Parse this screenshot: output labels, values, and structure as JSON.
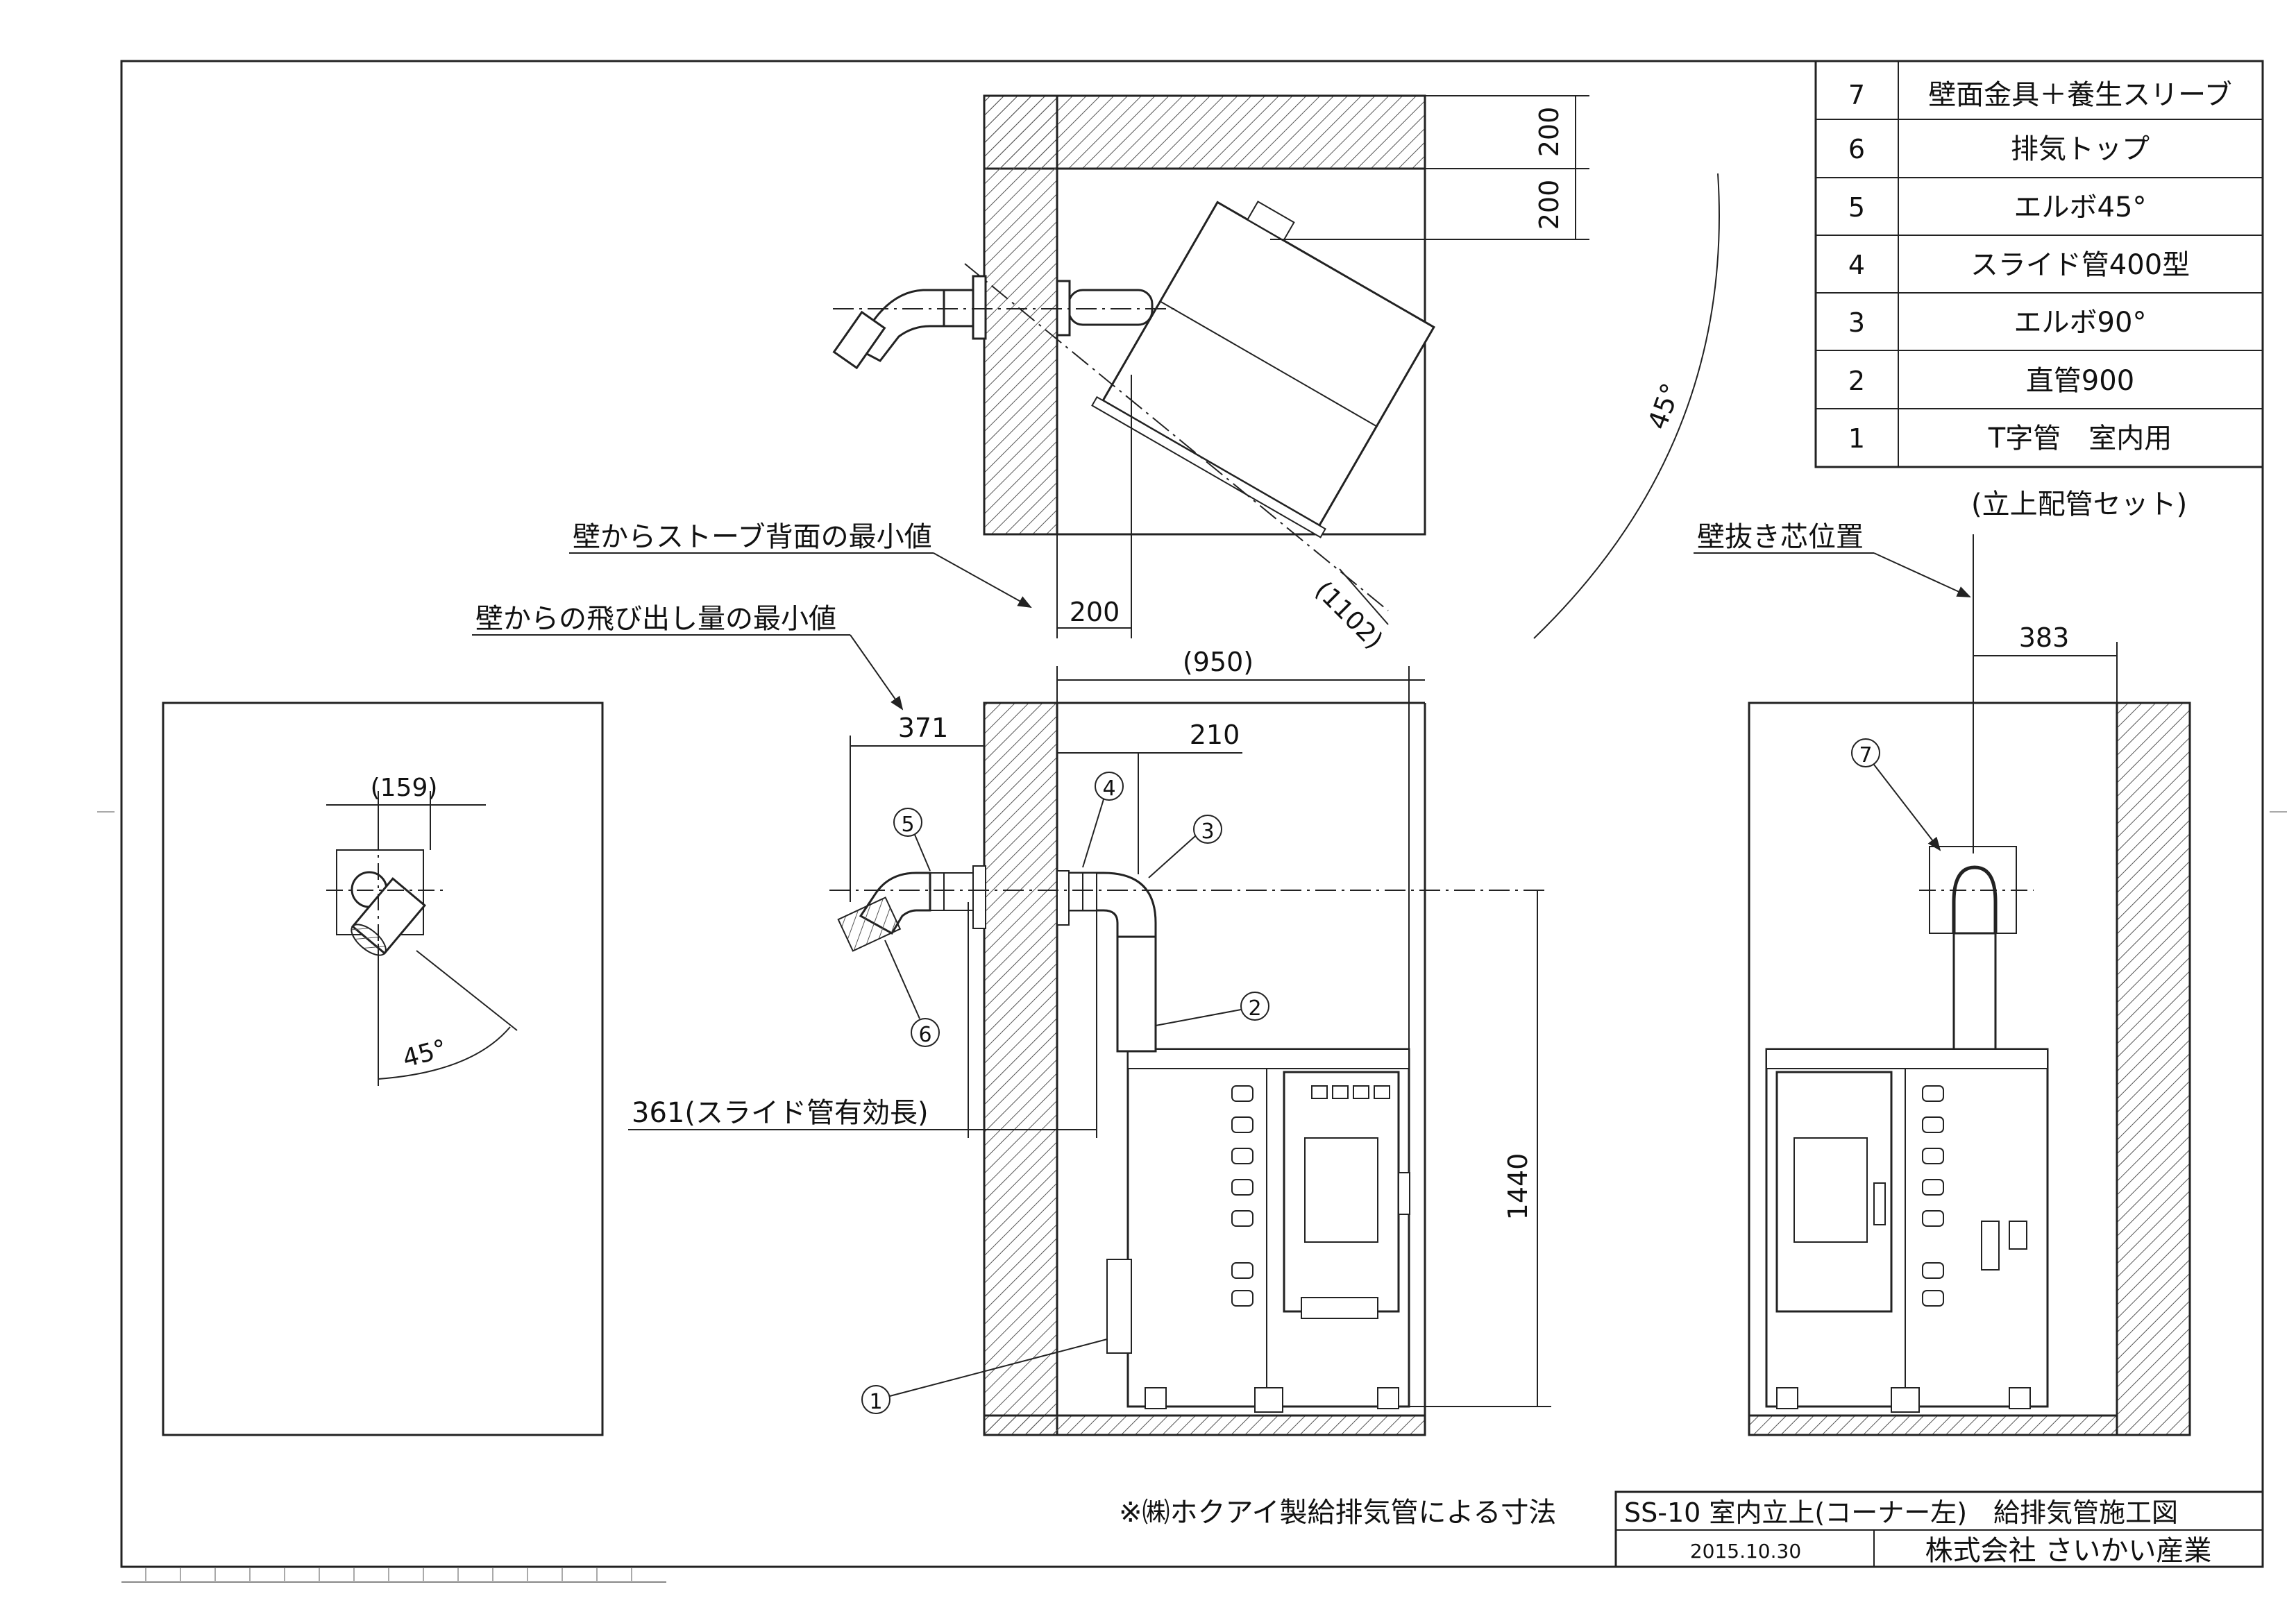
{
  "parts_table": [
    {
      "no": "7",
      "name": "壁面金具＋養生スリーブ"
    },
    {
      "no": "6",
      "name": "排気トップ"
    },
    {
      "no": "5",
      "name": "エルボ45°"
    },
    {
      "no": "4",
      "name": "スライド管400型"
    },
    {
      "no": "3",
      "name": "エルボ90°"
    },
    {
      "no": "2",
      "name": "直管900"
    },
    {
      "no": "1",
      "name": "T字管　室内用"
    }
  ],
  "labels": {
    "wall_to_back": "壁からストーブ背面の最小値",
    "protrusion": "壁からの飛び出し量の最小値",
    "slide_effective": "361(スライド管有効長)",
    "penetration_center": "壁抜き芯位置",
    "riser_set": "(立上配管セット)",
    "note": "※㈱ホクアイ製給排気管による寸法"
  },
  "dimensions": {
    "top_200_a": "200",
    "top_200_b": "200",
    "top_200_c": "200",
    "diag_1102": "(1102)",
    "angle_top": "45°",
    "width_950": "(950)",
    "d371": "371",
    "d210": "210",
    "d1440": "1440",
    "d159": "(159)",
    "angle_left": "45°",
    "d383": "383"
  },
  "callouts": [
    "1",
    "2",
    "3",
    "4",
    "5",
    "6",
    "7"
  ],
  "title_block": {
    "title": "SS-10 室内立上(コーナー左)　給排気管施工図",
    "date": "2015.10.30",
    "company": "株式会社 さいかい産業"
  }
}
